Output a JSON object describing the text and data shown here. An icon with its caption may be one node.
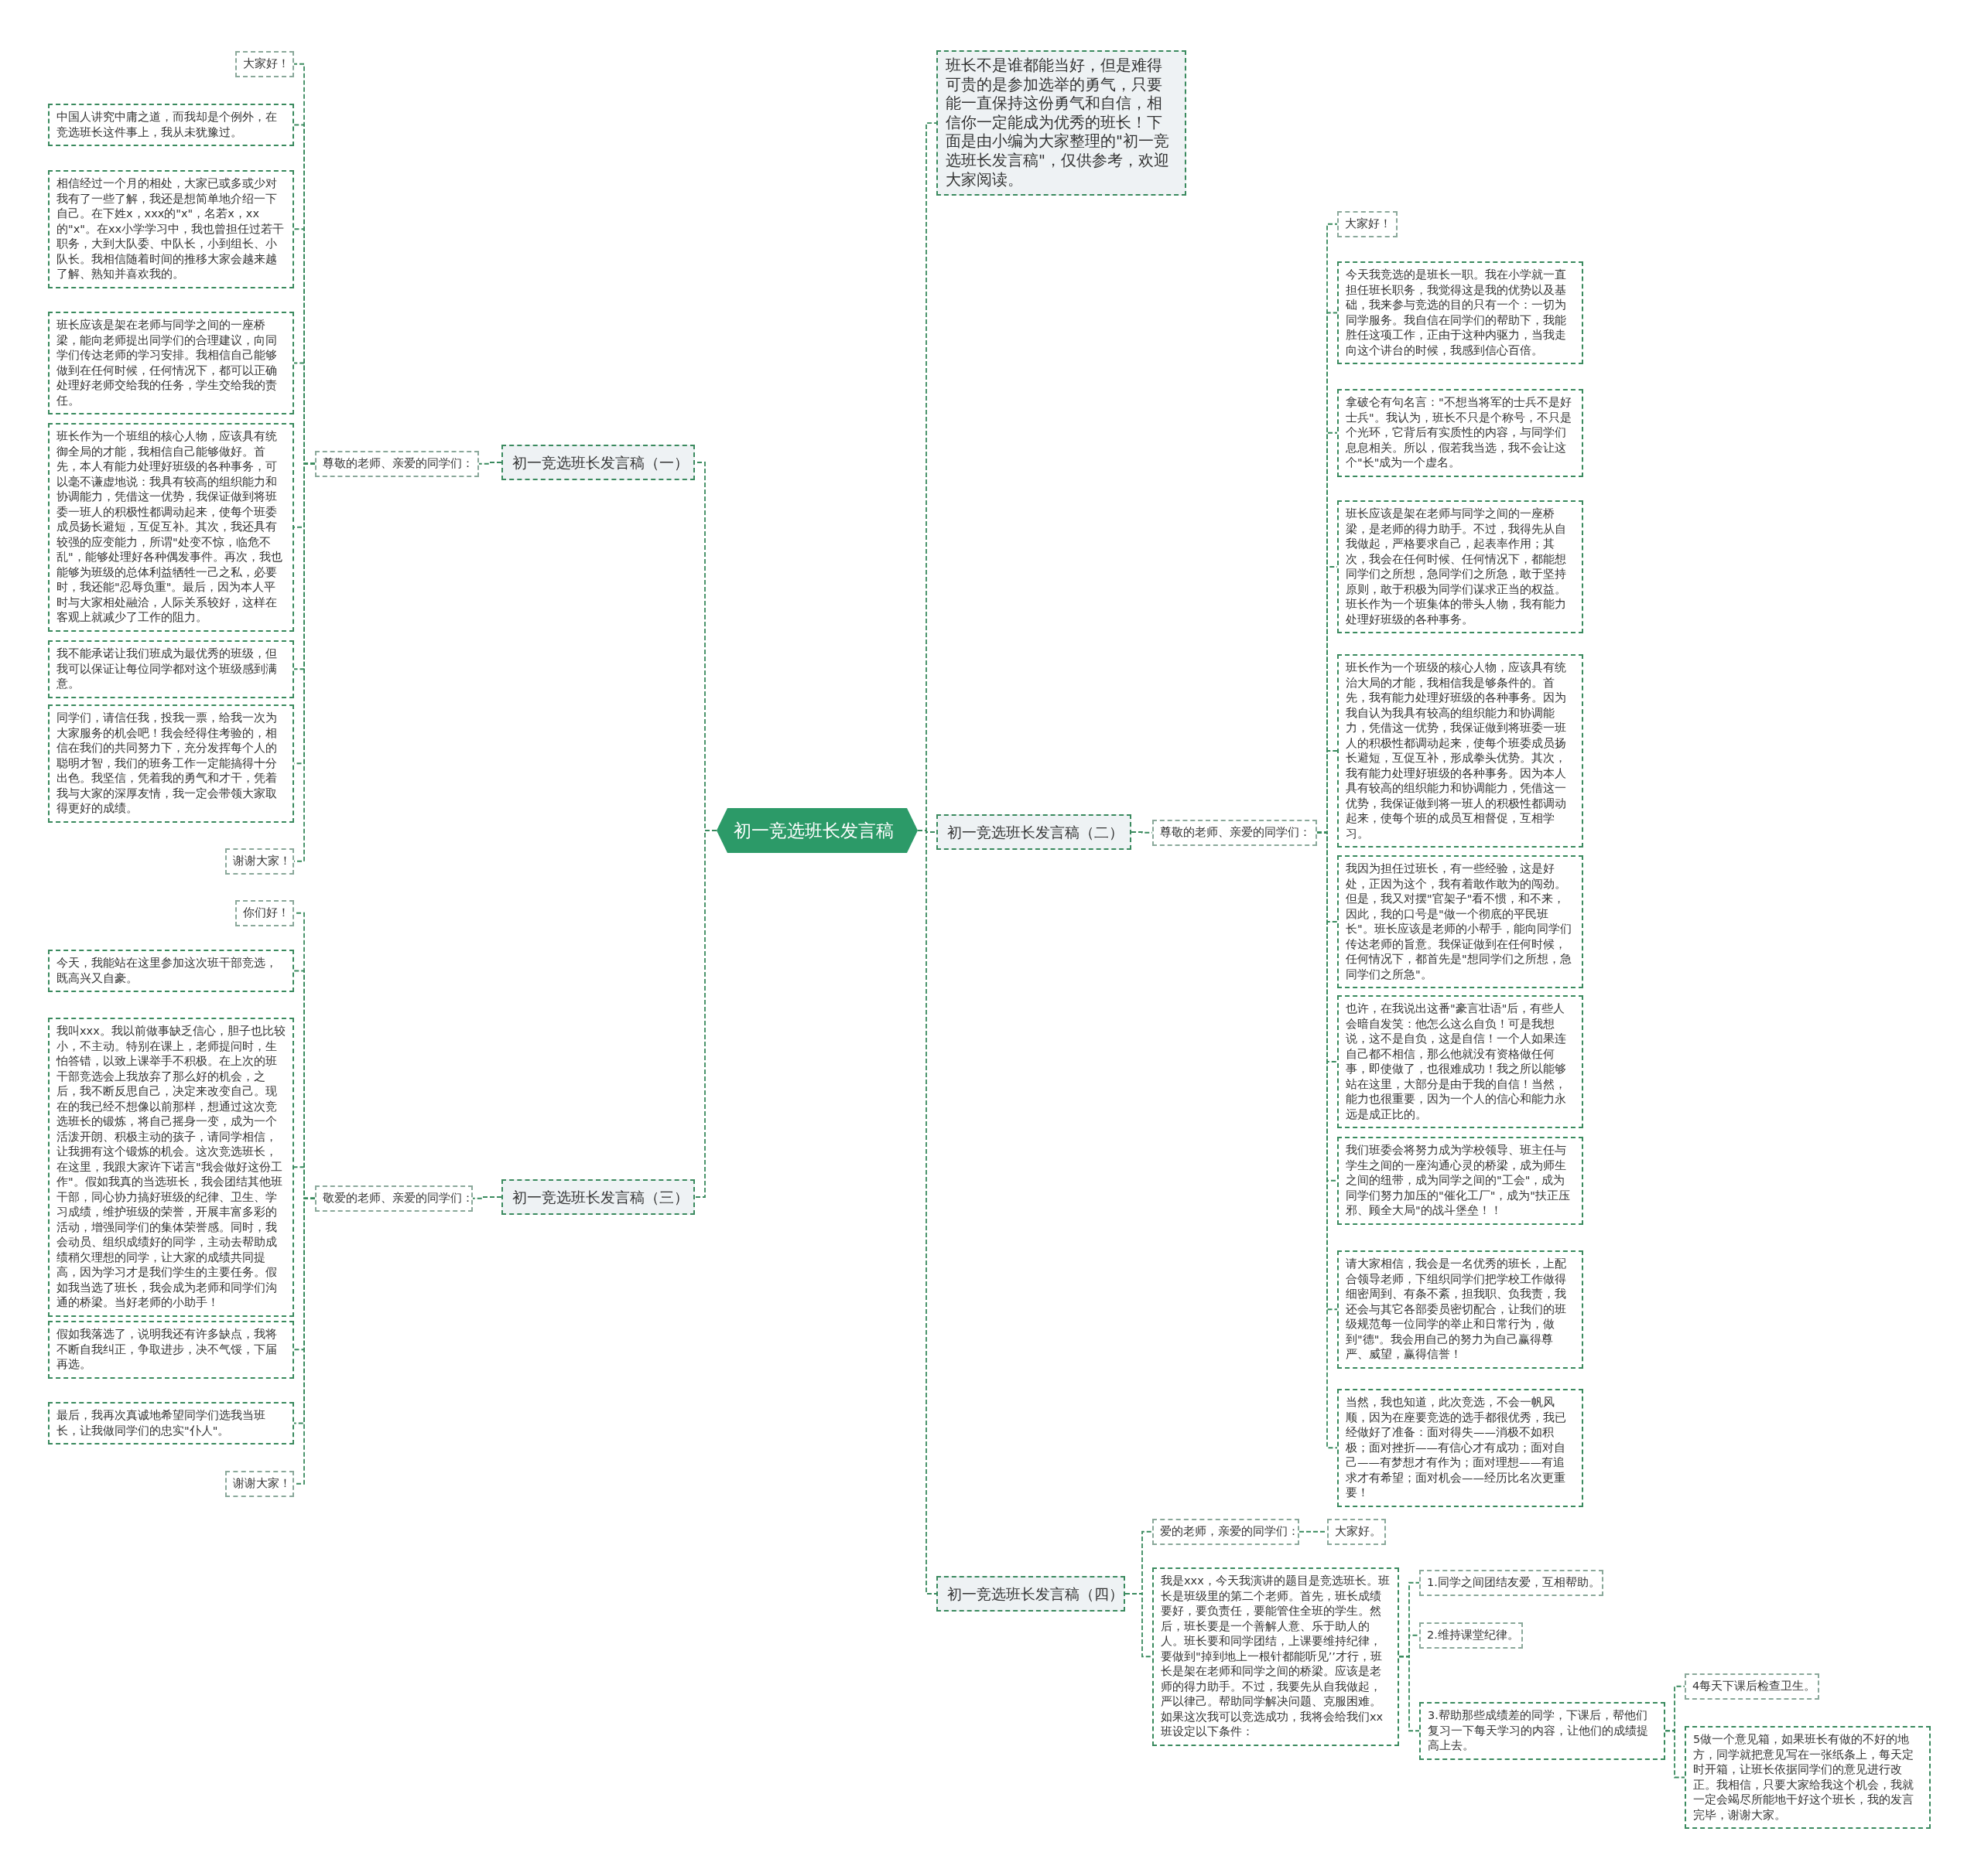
{
  "diagram": {
    "nodes": [
      {
        "text": [
          "初一竞选班长发言稿"
        ]
      },
      {
        "text": [
          "班长不是谁都能当好，但是难得可贵的是参加选举的勇气，只要能一直保持这份勇气和自信，相信你一定能成为优秀的班长！下面是由小编为大家整理的\"初一竞选班长发言稿\"，仅供参考，欢迎大家阅读。"
        ]
      },
      {
        "text": [
          "初一竞选班长发言稿（一）"
        ]
      },
      {
        "text": [
          "尊敬的老师、亲爱的同学们："
        ]
      },
      {
        "text": [
          "大家好！"
        ]
      },
      {
        "text": [
          "中国人讲究中庸之道，而我却是个例外，在竞选班长这件事上，我从未犹豫过。"
        ]
      },
      {
        "text": [
          "相信经过一个月的相处，大家已或多或少对我有了一些了解，我还是想简单地介绍一下自己。在下姓x，xxx的\"x\"，名若x，xx的\"x\"。在xx小学学习中，我也曾担任过若干职务，大到大队委、中队长，小到组长、小队长。我相信随着时间的推移大家会越来越了解、熟知并喜欢我的。"
        ]
      },
      {
        "text": [
          "班长应该是架在老师与同学之间的一座桥梁，能向老师提出同学们的合理建议，向同学们传达老师的学习安排。我相信自己能够做到在任何时候，任何情况下，都可以正确处理好老师交给我的任务，学生交给我的责任。"
        ]
      },
      {
        "text": [
          "班长作为一个班组的核心人物，应该具有统御全局的才能，我相信自己能够做好。首先，本人有能力处理好班级的各种事务，可以毫不谦虚地说：我具有较高的组织能力和协调能力，凭借这一优势，我保证做到将班委一班人的积极性都调动起来，使每个班委成员扬长避短，互促互补。其次，我还具有较强的应变能力，所谓\"处变不惊，临危不乱\"，能够处理好各种偶发事件。再次，我也能够为班级的总体利益牺牲一己之私，必要时，我还能\"忍辱负重\"。最后，因为本人平时与大家相处融洽，人际关系较好，这样在客观上就减少了工作的阻力。"
        ]
      },
      {
        "text": [
          "我不能承诺让我们班成为最优秀的班级，但我可以保证让每位同学都对这个班级感到满意。"
        ]
      },
      {
        "text": [
          "同学们，请信任我，投我一票，给我一次为大家服务的机会吧！我会经得住考验的，相信在我们的共同努力下，充分发挥每个人的聪明才智，我们的班务工作一定能搞得十分出色。我坚信，凭着我的勇气和才干，凭着我与大家的深厚友情，我一定会带领大家取得更好的成绩。"
        ]
      },
      {
        "text": [
          "谢谢大家！"
        ]
      },
      {
        "text": [
          "初一竞选班长发言稿（三）"
        ]
      },
      {
        "text": [
          "敬爱的老师、亲爱的同学们："
        ]
      },
      {
        "text": [
          "你们好！"
        ]
      },
      {
        "text": [
          "今天，我能站在这里参加这次班干部竞选，既高兴又自豪。"
        ]
      },
      {
        "text": [
          "我叫xxx。我以前做事缺乏信心，胆子也比较小，不主动。特别在课上，老师提问时，生怕答错，以致上课举手不积极。在上次的班干部竞选会上我放弃了那么好的机会，之后，我不断反思自己，决定来改变自己。现在的我已经不想像以前那样，想通过这次竞选班长的锻炼，将自己摇身一变，成为一个活泼开朗、积极主动的孩子，请同学相信，让我拥有这个锻炼的机会。这次竞选班长，在这里，我跟大家许下诺言\"我会做好这份工作\"。假如我真的当选班长，我会团结其他班干部，同心协力搞好班级的纪律、卫生、学习成绩，维护班级的荣誉，开展丰富多彩的活动，增强同学们的集体荣誉感。同时，我会动员、组织成绩好的同学，主动去帮助成绩稍欠理想的同学，让大家的成绩共同提高，因为学习才是我们学生的主要任务。假如我当选了班长，我会成为老师和同学们沟通的桥梁。当好老师的小助手！"
        ]
      },
      {
        "text": [
          "假如我落选了，说明我还有许多缺点，我将不断自我纠正，争取进步，决不气馁，下届再选。"
        ]
      },
      {
        "text": [
          "最后，我再次真诚地希望同学们选我当班长，让我做同学们的忠实\"仆人\"。"
        ]
      },
      {
        "text": [
          "谢谢大家！"
        ]
      },
      {
        "text": [
          "初一竞选班长发言稿（二）"
        ]
      },
      {
        "text": [
          "尊敬的老师、亲爱的同学们："
        ]
      },
      {
        "text": [
          "大家好！"
        ]
      },
      {
        "text": [
          "今天我竞选的是班长一职。我在小学就一直担任班长职务，我觉得这是我的优势以及基础，我来参与竞选的目的只有一个：一切为同学服务。我自信在同学们的帮助下，我能胜任这项工作，正由于这种内驱力，当我走向这个讲台的时候，我感到信心百倍。"
        ]
      },
      {
        "text": [
          "拿破仑有句名言：\"不想当将军的士兵不是好士兵\"。我认为，班长不只是个称号，不只是个光环，它背后有实质性的内容，与同学们息息相关。所以，假若我当选，我不会让这个\"长\"成为一个虚名。"
        ]
      },
      {
        "text": [
          "班长应该是架在老师与同学之间的一座桥梁，是老师的得力助手。不过，我得先从自我做起，严格要求自己，起表率作用；其次，我会在任何时候、任何情况下，都能想同学们之所想，急同学们之所急，敢于坚持原则，敢于积极为同学们谋求正当的权益。班长作为一个班集体的带头人物，我有能力处理好班级的各种事务。"
        ]
      },
      {
        "text": [
          "班长作为一个班级的核心人物，应该具有统治大局的才能，我相信我是够条件的。首先，我有能力处理好班级的各种事务。因为我自认为我具有较高的组织能力和协调能力，凭借这一优势，我保证做到将班委一班人的积极性都调动起来，使每个班委成员扬长避短，互促互补，形成拳头优势。其次，我有能力处理好班级的各种事务。因为本人具有较高的组织能力和协调能力，凭借这一优势，我保证做到将一班人的积极性都调动起来，使每个班的成员互相督促，互相学习。"
        ]
      },
      {
        "text": [
          "我因为担任过班长，有一些经验，这是好处，正因为这个，我有着敢作敢为的闯劲。但是，我又对摆\"官架子\"看不惯，和不来，因此，我的口号是\"做一个彻底的平民班长\"。班长应该是老师的小帮手，能向同学们传达老师的旨意。我保证做到在任何时候，任何情况下，都首先是\"想同学们之所想，急同学们之所急\"。"
        ]
      },
      {
        "text": [
          "也许，在我说出这番\"豪言壮语\"后，有些人会暗自发笑：他怎么这么自负！可是我想说，这不是自负，这是自信！一个人如果连自己都不相信，那么他就没有资格做任何事，即使做了，也很难成功！我之所以能够站在这里，大部分是由于我的自信！当然，能力也很重要，因为一个人的信心和能力永远是成正比的。"
        ]
      },
      {
        "text": [
          "我们班委会将努力成为学校领导、班主任与学生之间的一座沟通心灵的桥梁，成为师生之间的纽带，成为同学之间的\"工会\"，成为同学们努力加压的\"催化工厂\"，成为\"扶正压邪、顾全大局\"的战斗堡垒！！"
        ]
      },
      {
        "text": [
          "请大家相信，我会是一名优秀的班长，上配合领导老师，下组织同学们把学校工作做得细密周到、有条不紊，担我职、负我责，我还会与其它各部委员密切配合，让我们的班级规范每一位同学的举止和日常行为，做到\"德\"。我会用自己的努力为自己赢得尊严、威望，赢得信誉！"
        ]
      },
      {
        "text": [
          "当然，我也知道，此次竞选，不会一帆风顺，因为在座要竞选的选手都很优秀，我已经做好了准备：面对得失——消极不如积极；面对挫折——有信心才有成功；面对自己——有梦想才有作为；面对理想——有追求才有希望；面对机会——经历比名次更重要！"
        ]
      },
      {
        "text": [
          "初一竞选班长发言稿（四）"
        ]
      },
      {
        "text": [
          "爱的老师，亲爱的同学们："
        ]
      },
      {
        "text": [
          "大家好。"
        ]
      },
      {
        "text": [
          "我是xxx，今天我演讲的题目是竞选班长。班长是班级里的第二个老师。首先，班长成绩要好，要负责任，要能管住全班的学生。然后，班长要是一个善解人意、乐于助人的人。班长要和同学团结，上课要维持纪律，要做到\"掉到地上一根针都能听见’’才行，班长是架在老师和同学之间的桥梁。应该是老师的得力助手。不过，我要先从自我做起，严以律己。帮助同学解决问题、克服困难。如果这次我可以竞选成功，我将会给我们xx班设定以下条件："
        ]
      },
      {
        "text": [
          "1.同学之间团结友爱，互相帮助。"
        ]
      },
      {
        "text": [
          "2.维持课堂纪律。"
        ]
      },
      {
        "text": [
          "3.帮助那些成绩差的同学，下课后，帮他们复习一下每天学习的内容，让他们的成绩提高上去。"
        ]
      },
      {
        "text": [
          "4每天下课后检查卫生。"
        ]
      },
      {
        "text": [
          "5做一个意见箱，如果班长有做的不好的地方，同学就把意见写在一张纸条上，每天定时开箱，让班长依据同学们的意见进行改正。我相信，只要大家给我这个机会，我就一定会竭尽所能地干好这个班长，我的发言完毕，谢谢大家。"
        ]
      }
    ],
    "edges": [
      {
        "from": 0,
        "to": 1,
        "arrow": "none"
      },
      {
        "from": 0,
        "to": 2,
        "arrow": "none"
      },
      {
        "from": 2,
        "to": 3,
        "arrow": "none"
      },
      {
        "from": 3,
        "to": 4,
        "arrow": "none"
      },
      {
        "from": 3,
        "to": 5,
        "arrow": "none"
      },
      {
        "from": 3,
        "to": 6,
        "arrow": "none"
      },
      {
        "from": 3,
        "to": 7,
        "arrow": "none"
      },
      {
        "from": 3,
        "to": 8,
        "arrow": "none"
      },
      {
        "from": 3,
        "to": 9,
        "arrow": "none"
      },
      {
        "from": 3,
        "to": 10,
        "arrow": "none"
      },
      {
        "from": 3,
        "to": 11,
        "arrow": "none"
      },
      {
        "from": 0,
        "to": 12,
        "arrow": "none"
      },
      {
        "from": 12,
        "to": 13,
        "arrow": "none"
      },
      {
        "from": 13,
        "to": 14,
        "arrow": "none"
      },
      {
        "from": 13,
        "to": 15,
        "arrow": "none"
      },
      {
        "from": 13,
        "to": 16,
        "arrow": "none"
      },
      {
        "from": 13,
        "to": 17,
        "arrow": "none"
      },
      {
        "from": 13,
        "to": 18,
        "arrow": "none"
      },
      {
        "from": 13,
        "to": 19,
        "arrow": "none"
      },
      {
        "from": 0,
        "to": 20,
        "arrow": "none"
      },
      {
        "from": 20,
        "to": 21,
        "arrow": "none"
      },
      {
        "from": 21,
        "to": 22,
        "arrow": "none"
      },
      {
        "from": 21,
        "to": 23,
        "arrow": "none"
      },
      {
        "from": 21,
        "to": 24,
        "arrow": "none"
      },
      {
        "from": 21,
        "to": 25,
        "arrow": "none"
      },
      {
        "from": 21,
        "to": 26,
        "arrow": "none"
      },
      {
        "from": 21,
        "to": 27,
        "arrow": "none"
      },
      {
        "from": 21,
        "to": 28,
        "arrow": "none"
      },
      {
        "from": 21,
        "to": 29,
        "arrow": "none"
      },
      {
        "from": 21,
        "to": 30,
        "arrow": "none"
      },
      {
        "from": 21,
        "to": 31,
        "arrow": "none"
      },
      {
        "from": 0,
        "to": 32,
        "arrow": "none"
      },
      {
        "from": 32,
        "to": 33,
        "arrow": "none"
      },
      {
        "from": 33,
        "to": 34,
        "arrow": "none"
      },
      {
        "from": 32,
        "to": 35,
        "arrow": "none"
      },
      {
        "from": 35,
        "to": 36,
        "arrow": "none"
      },
      {
        "from": 35,
        "to": 37,
        "arrow": "none"
      },
      {
        "from": 35,
        "to": 38,
        "arrow": "none"
      },
      {
        "from": 38,
        "to": 39,
        "arrow": "none"
      },
      {
        "from": 38,
        "to": 40,
        "arrow": "none"
      }
    ]
  }
}
